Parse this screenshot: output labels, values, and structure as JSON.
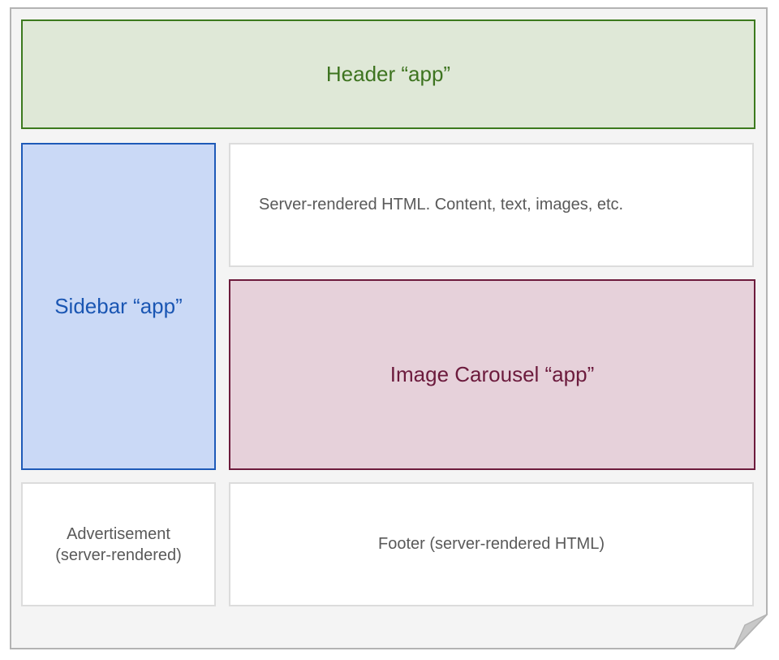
{
  "diagram": {
    "header": {
      "label": "Header “app”"
    },
    "sidebar": {
      "label": "Sidebar “app”"
    },
    "content": {
      "label": "Server-rendered HTML. Content, text, images, etc."
    },
    "carousel": {
      "label": "Image Carousel “app”"
    },
    "advertisement": {
      "label": "Advertisement\n(server-rendered)"
    },
    "footer": {
      "label": "Footer (server-rendered HTML)"
    }
  },
  "colors": {
    "header_fill": "#dfe8d7",
    "header_stroke": "#3c7a1e",
    "sidebar_fill": "#cad9f6",
    "sidebar_stroke": "#1e5ab8",
    "carousel_fill": "#e6d1da",
    "carousel_stroke": "#6d1b3c",
    "sheet_fill": "#f4f4f4",
    "sheet_stroke": "#b3b3b3"
  }
}
